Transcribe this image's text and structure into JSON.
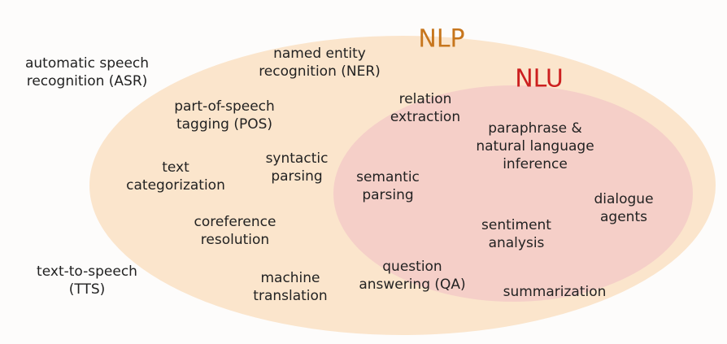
{
  "colors": {
    "nlp_fill": "#fbe5cc",
    "nlu_fill": "#f5cfc8",
    "nlp_title": "#c7761d",
    "nlu_title": "#cc1f1f"
  },
  "sets": {
    "nlp": {
      "title": "NLP"
    },
    "nlu": {
      "title": "NLU"
    }
  },
  "outside": {
    "asr": [
      "automatic speech",
      "recognition (ASR)"
    ],
    "tts": [
      "text-to-speech",
      "(TTS)"
    ]
  },
  "nlp_only": {
    "ner": [
      "named entity",
      "recognition (NER)"
    ],
    "pos": [
      "part-of-speech",
      "tagging (POS)"
    ],
    "syntactic": [
      "syntactic",
      "parsing"
    ],
    "text_cat": [
      "text",
      "categorization"
    ],
    "coref": [
      "coreference",
      "resolution"
    ],
    "mt": [
      "machine",
      "translation"
    ],
    "qa": [
      "question",
      "answering (QA)"
    ]
  },
  "nlu": {
    "relation": [
      "relation",
      "extraction"
    ],
    "paraphrase": [
      "paraphrase &",
      "natural language",
      "inference"
    ],
    "semantic": [
      "semantic",
      "parsing"
    ],
    "dialogue": [
      "dialogue",
      "agents"
    ],
    "sentiment": [
      "sentiment",
      "analysis"
    ],
    "summarization": [
      "summarization"
    ]
  }
}
